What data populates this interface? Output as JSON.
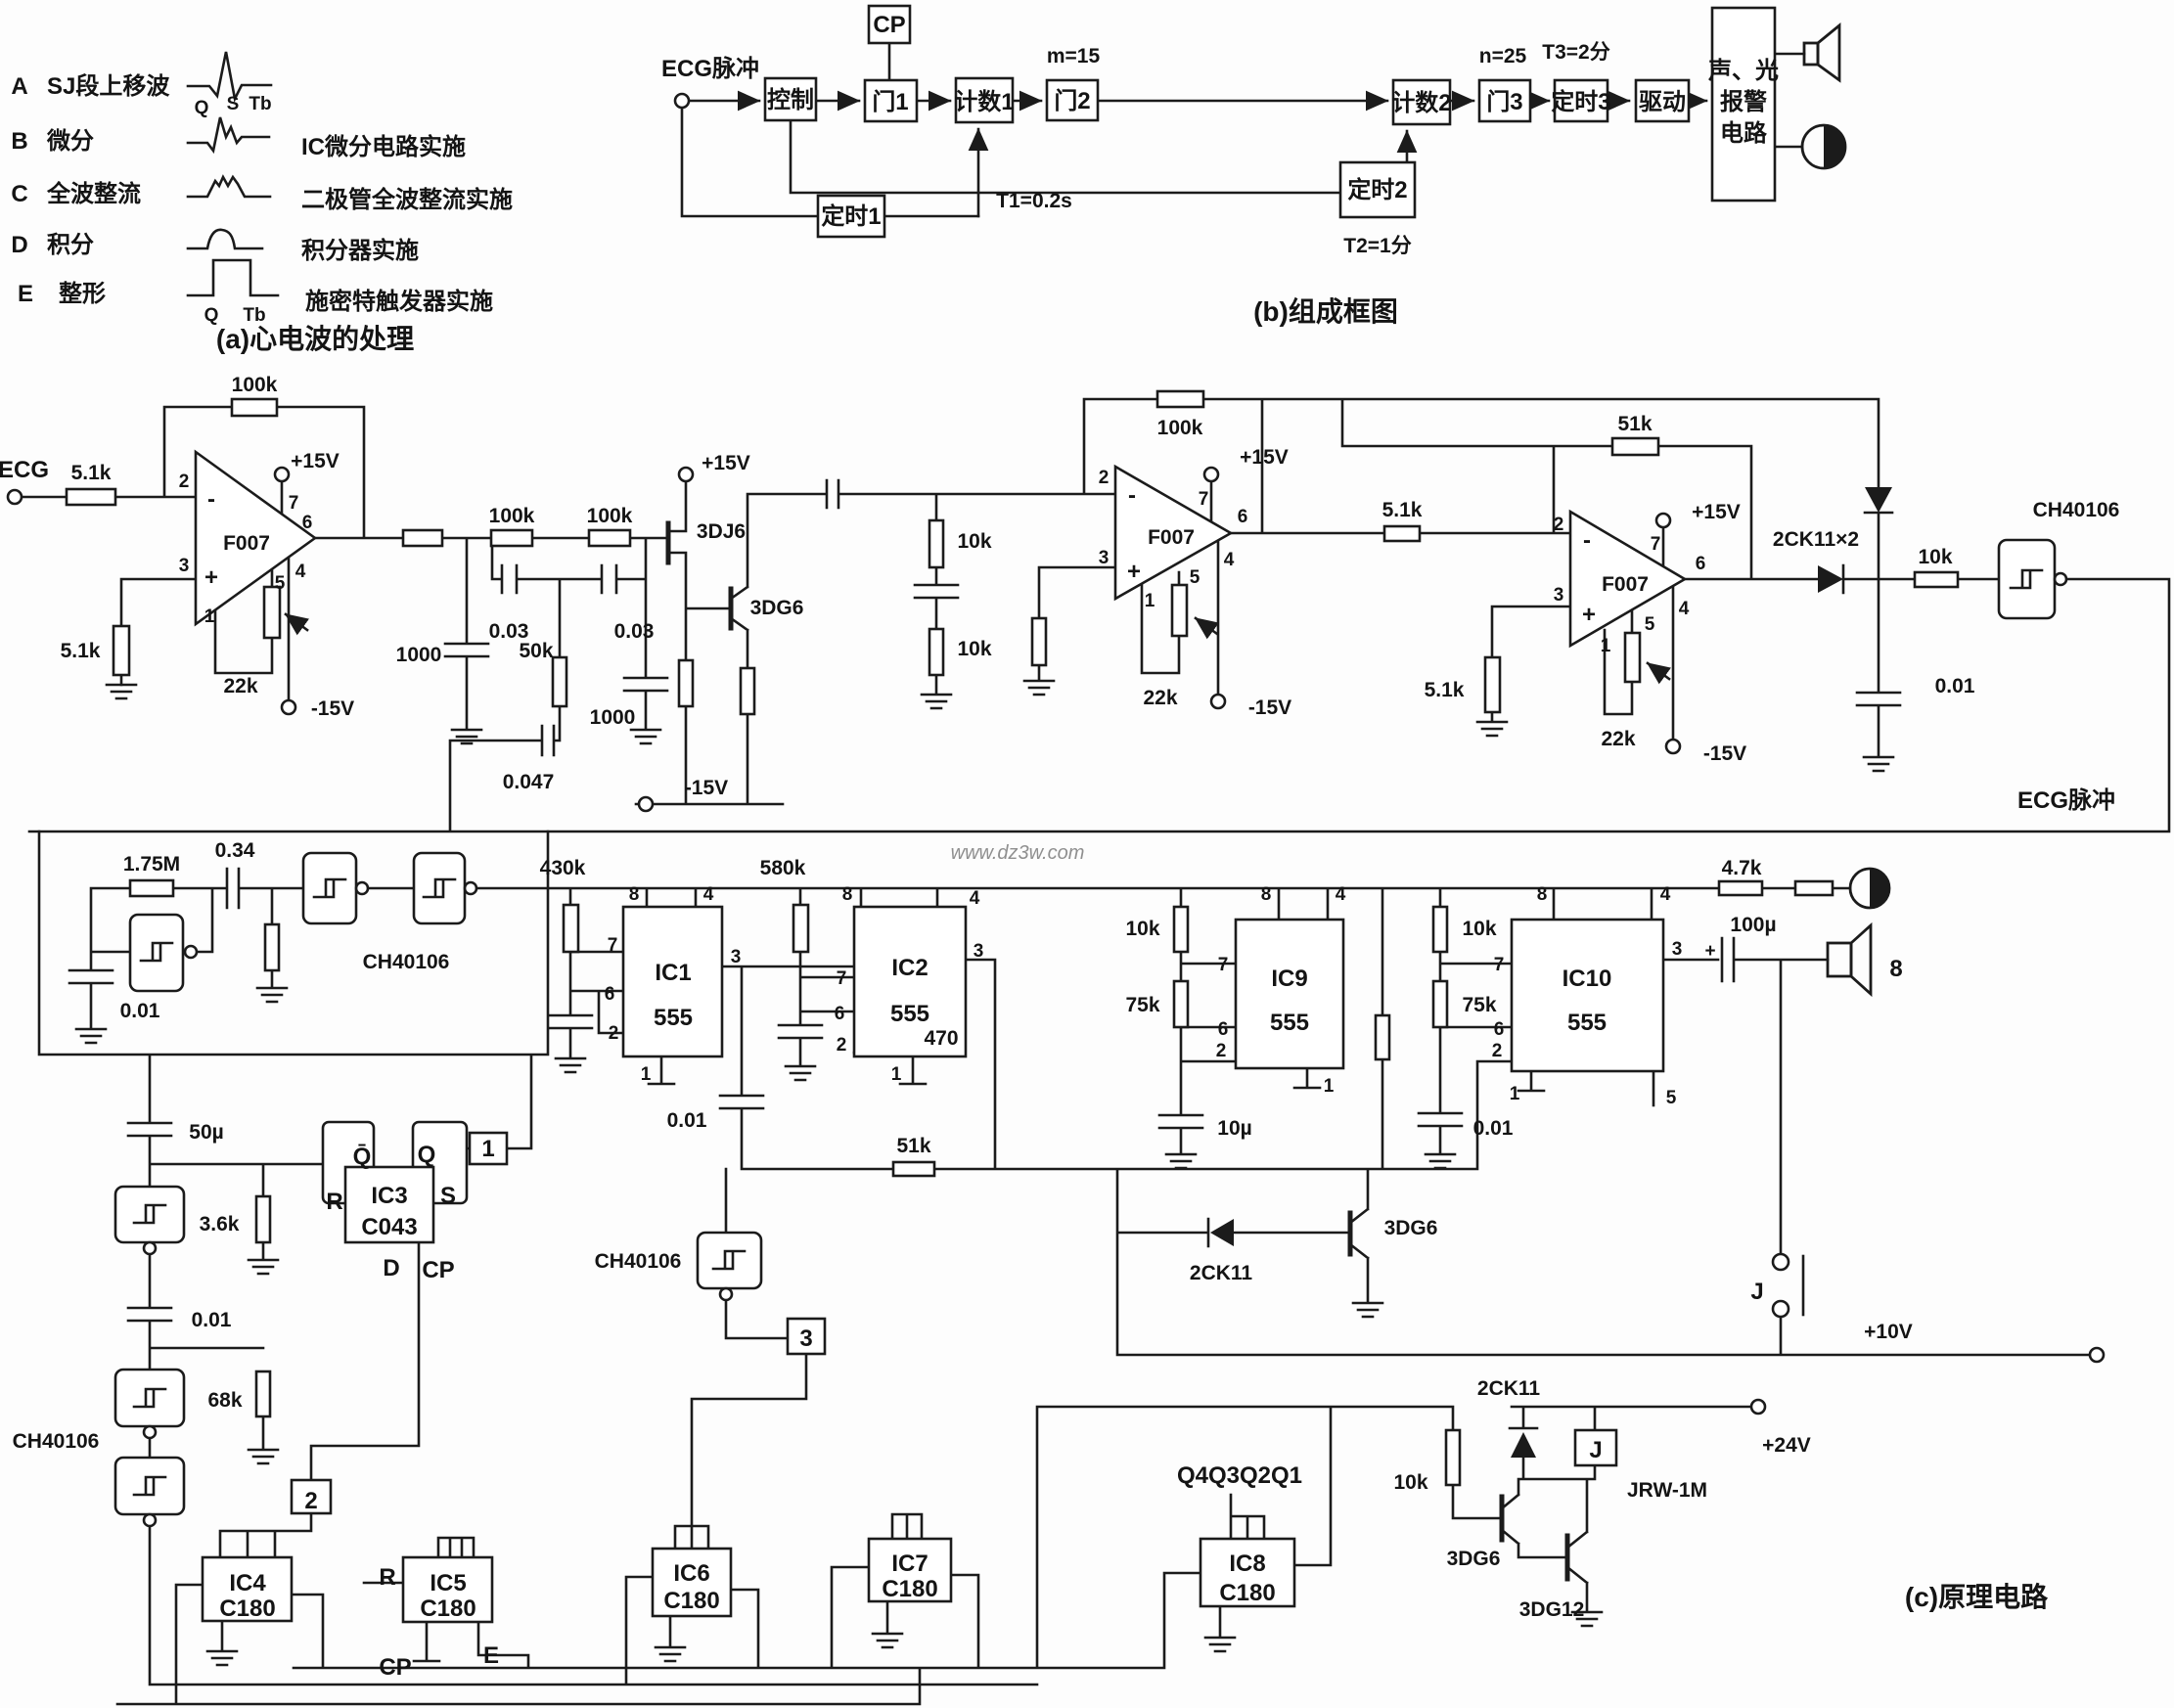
{
  "captions": {
    "a": "(a)心电波的处理",
    "b": "(b)组成框图",
    "c": "(c)原理电路"
  },
  "watermark": "www.dz3w.com",
  "legend": {
    "rows": [
      {
        "letter": "A",
        "name": "SJ段上移波",
        "impl": ""
      },
      {
        "letter": "B",
        "name": "微分",
        "impl": "IC微分电路实施"
      },
      {
        "letter": "C",
        "name": "全波整流",
        "impl": "二极管全波整流实施"
      },
      {
        "letter": "D",
        "name": "积分",
        "impl": "积分器实施"
      },
      {
        "letter": "E",
        "name": "整形",
        "impl": "施密特触发器实施"
      }
    ],
    "marks": {
      "q": "Q",
      "s": "S",
      "tb": "Tb"
    }
  },
  "block": {
    "input": "ECG脉冲",
    "cp": "CP",
    "control": "控制",
    "gate1": "门1",
    "counter1": "计数1",
    "gate2": "门2",
    "counter2": "计数2",
    "gate3": "门3",
    "timer3": "定时3",
    "drive": "驱动",
    "timer2": "定时2",
    "timer1": "定时1",
    "alarm": [
      "声、光",
      "报警",
      "电路"
    ],
    "ann": {
      "m": "m=15",
      "n": "n=25",
      "t3": "T3=2分",
      "t2": "T2=1分",
      "t1": "T1=0.2s"
    }
  },
  "pins": {
    "p1": "1",
    "p2": "2",
    "p3": "3",
    "p4": "4",
    "p5": "5",
    "p6": "6",
    "p7": "7",
    "p8": "8"
  },
  "power": {
    "vp15": "+15V",
    "vm15": "-15V",
    "v10": "+10V",
    "v24": "+24V"
  },
  "values": {
    "r5k1": "5.1k",
    "r100k": "100k",
    "r22k": "22k",
    "r10k": "10k",
    "r50k": "50k",
    "r51k": "51k",
    "r75k": "75k",
    "r430k": "430k",
    "r580k": "580k",
    "r470": "470",
    "r4k7": "4.7k",
    "r3k6": "3.6k",
    "r68k": "68k",
    "r1m75": "1.75M",
    "r1000": "1000",
    "c03": "0.03",
    "c047": "0.047",
    "c01": "0.01",
    "c034": "0.34",
    "c10u": "10µ",
    "c50u": "50µ",
    "c100u": "100µ"
  },
  "parts": {
    "opamp": "F007",
    "d2ck11x2": "2CK11×2",
    "d2ck11": "2CK11",
    "q3dj6": "3DJ6",
    "q3dg6": "3DG6",
    "q3dg12": "3DG12",
    "schmitt": "CH40106",
    "relay": "JRW-1M",
    "n555": "555",
    "c043": "C043",
    "c180": "C180",
    "ic1": "IC1",
    "ic2": "IC2",
    "ic3": "IC3",
    "ic4": "IC4",
    "ic5": "IC5",
    "ic6": "IC6",
    "ic7": "IC7",
    "ic8": "IC8",
    "ic9": "IC9",
    "ic10": "IC10",
    "qbus": "Q4Q3Q2Q1",
    "spk_ohm": "8"
  },
  "signals": {
    "ecg": "ECG",
    "ecg_pulse": "ECG脉冲",
    "plus": "+",
    "minus": "-",
    "q": "Q",
    "qbar": "Q̄",
    "r": "R",
    "s": "S",
    "d": "D",
    "cp": "CP",
    "e": "E",
    "j": "J"
  }
}
